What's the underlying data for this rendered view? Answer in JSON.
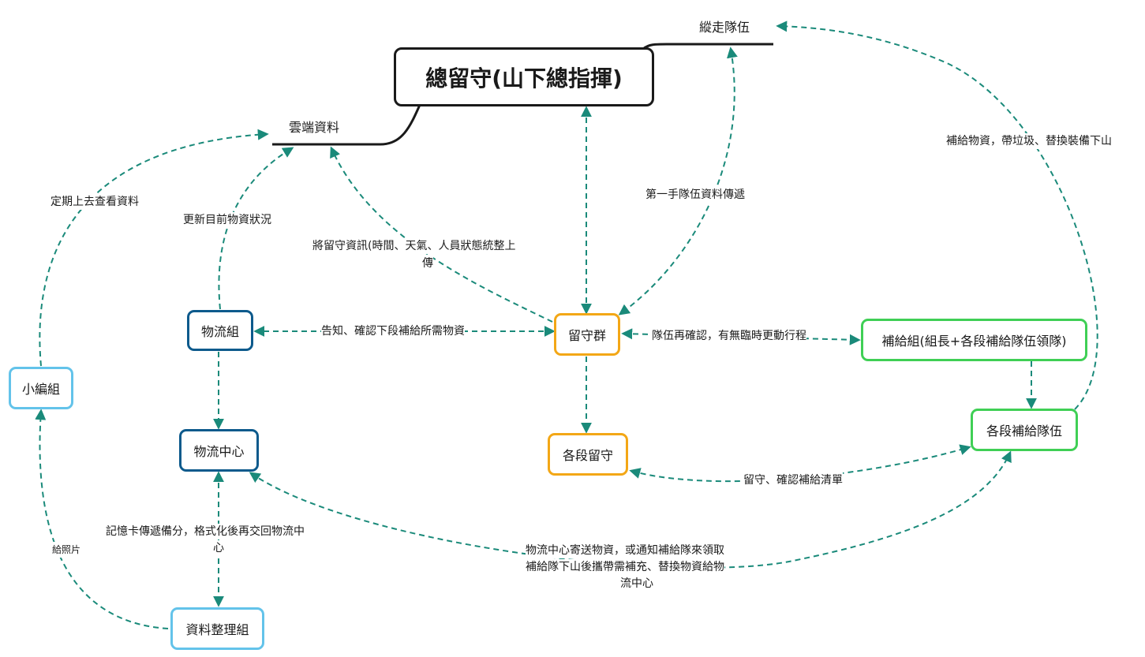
{
  "root": {
    "label": "總留守(山下總指揮)"
  },
  "topics": {
    "cloud": "雲端資料",
    "team": "縱走隊伍"
  },
  "nodes": {
    "logistics_group": "物流組",
    "logistics_center": "物流中心",
    "editorial": "小編組",
    "data_org": "資料整理組",
    "duty_group": "留守群",
    "section_duty": "各段留守",
    "supply_group": "補給組(組長+各段補給隊伍領隊)",
    "section_supply": "各段補給隊伍"
  },
  "edge_labels": {
    "check_data": "定期上去查看資料",
    "update_status": "更新目前物資狀況",
    "upload_info_1": "將留守資訊(時間、天氣、人員狀態統整上",
    "upload_info_2": "傳",
    "first_hand": "第一手隊伍資料傳遞",
    "supply_trash": "補給物資，帶垃圾、替換裝備下山",
    "notify_supply": "告知、確認下段補給所需物資",
    "reconfirm": "隊伍再確認，有無臨時更動行程",
    "memory_card_1": "記憶卡傳遞備分，格式化後再交回物流中",
    "memory_card_2": "心",
    "give_photos": "給照片",
    "confirm_list": "留守、確認補給清單",
    "ship_1": "物流中心寄送物資，或通知補給隊來領取",
    "ship_2": "補給隊下山後攜帶需補充、替換物資給物",
    "ship_3": "流中心"
  },
  "colors": {
    "edge": "#1a8a7a",
    "branch": "#1a1a1a"
  }
}
